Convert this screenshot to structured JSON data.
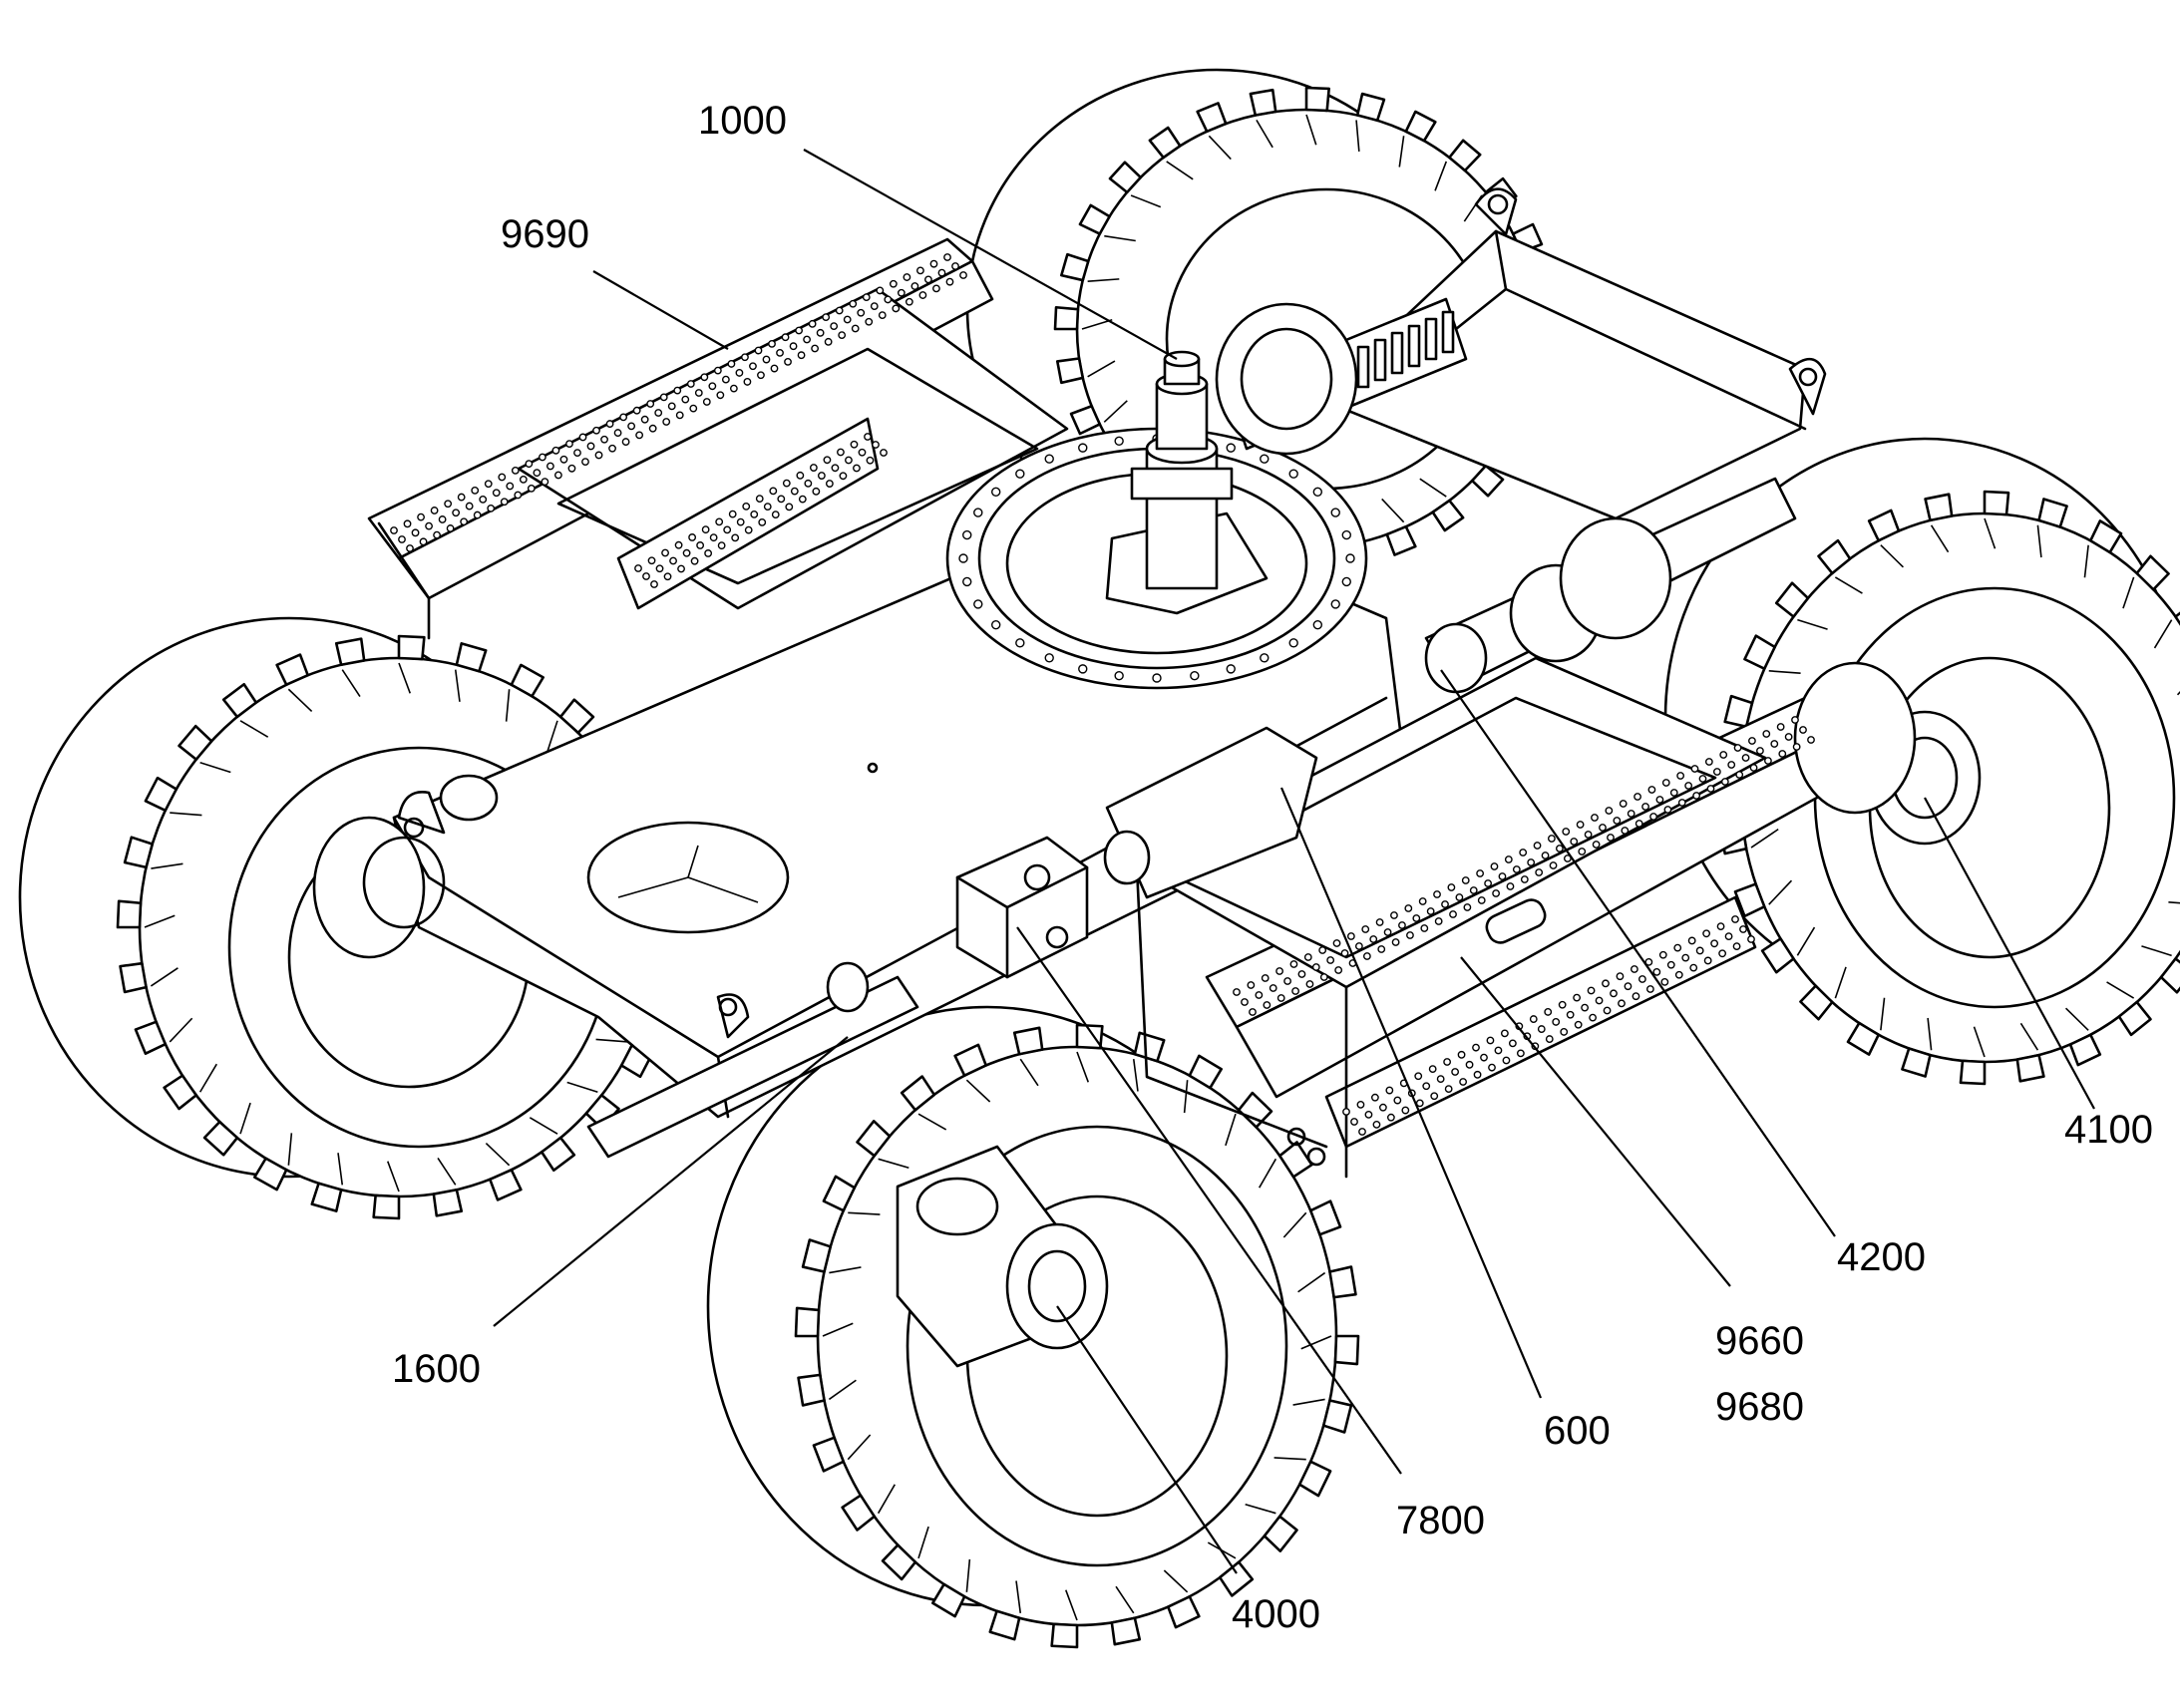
{
  "callouts": [
    {
      "id": "c1000",
      "label": "1000"
    },
    {
      "id": "c9690",
      "label": "9690"
    },
    {
      "id": "c4100",
      "label": "4100"
    },
    {
      "id": "c4200",
      "label": "4200"
    },
    {
      "id": "c9660",
      "label": "9660"
    },
    {
      "id": "c9680",
      "label": "9680"
    },
    {
      "id": "c600",
      "label": "600"
    },
    {
      "id": "c7800",
      "label": "7800"
    },
    {
      "id": "c1600",
      "label": "1600"
    },
    {
      "id": "c4000",
      "label": "4000"
    }
  ]
}
